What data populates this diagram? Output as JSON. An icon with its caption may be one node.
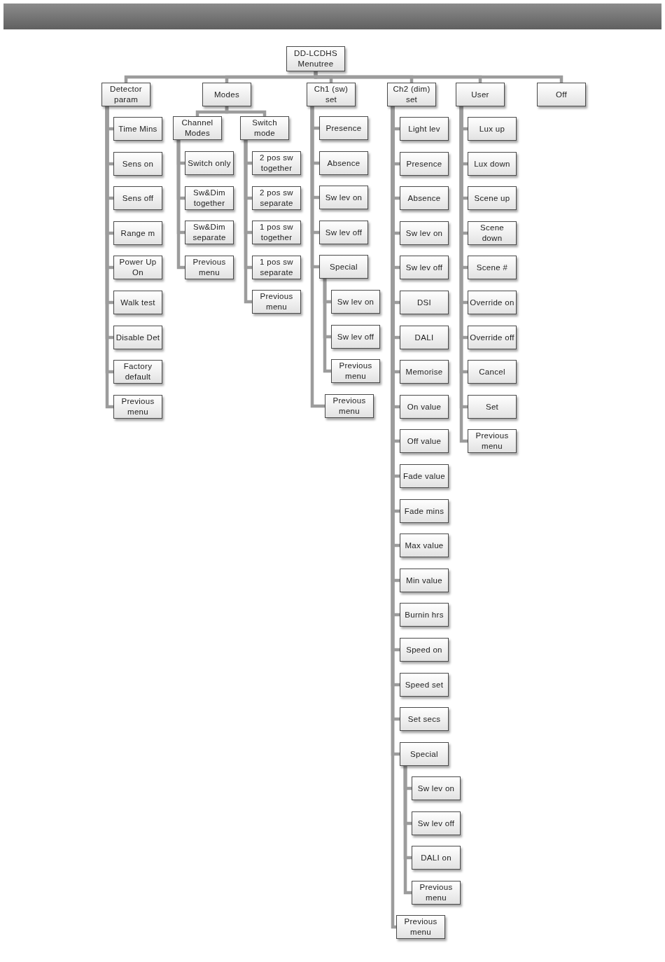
{
  "diagram": {
    "nodes": [
      {
        "text": [
          "DD-LCDHS Menutree"
        ]
      },
      {
        "text": [
          "Detector param"
        ]
      },
      {
        "text": [
          "Modes"
        ]
      },
      {
        "text": [
          "Ch1 (sw) set"
        ]
      },
      {
        "text": [
          "Ch2 (dim) set"
        ]
      },
      {
        "text": [
          "User"
        ]
      },
      {
        "text": [
          "Off"
        ]
      },
      {
        "text": [
          "Time Mins"
        ]
      },
      {
        "text": [
          "Sens on"
        ]
      },
      {
        "text": [
          "Sens off"
        ]
      },
      {
        "text": [
          "Range m"
        ]
      },
      {
        "text": [
          "Power Up On"
        ]
      },
      {
        "text": [
          "Walk test"
        ]
      },
      {
        "text": [
          "Disable Det"
        ]
      },
      {
        "text": [
          "Factory default"
        ]
      },
      {
        "text": [
          "Previous menu"
        ]
      },
      {
        "text": [
          "Channel Modes"
        ]
      },
      {
        "text": [
          "Switch mode"
        ]
      },
      {
        "text": [
          "Switch only"
        ]
      },
      {
        "text": [
          "Sw&Dim together"
        ]
      },
      {
        "text": [
          "Sw&Dim separate"
        ]
      },
      {
        "text": [
          "Previous menu"
        ]
      },
      {
        "text": [
          "2 pos sw together"
        ]
      },
      {
        "text": [
          "2 pos sw separate"
        ]
      },
      {
        "text": [
          "1 pos sw together"
        ]
      },
      {
        "text": [
          "1 pos sw separate"
        ]
      },
      {
        "text": [
          "Previous menu"
        ]
      },
      {
        "text": [
          "Presence"
        ]
      },
      {
        "text": [
          "Absence"
        ]
      },
      {
        "text": [
          "Sw lev on"
        ]
      },
      {
        "text": [
          "Sw lev off"
        ]
      },
      {
        "text": [
          "Special"
        ]
      },
      {
        "text": [
          "Sw lev on"
        ]
      },
      {
        "text": [
          "Sw lev off"
        ]
      },
      {
        "text": [
          "Previous menu"
        ]
      },
      {
        "text": [
          "Previous menu"
        ]
      },
      {
        "text": [
          "Light lev"
        ]
      },
      {
        "text": [
          "Presence"
        ]
      },
      {
        "text": [
          "Absence"
        ]
      },
      {
        "text": [
          "Sw lev on"
        ]
      },
      {
        "text": [
          "Sw lev off"
        ]
      },
      {
        "text": [
          "DSI"
        ]
      },
      {
        "text": [
          "DALI"
        ]
      },
      {
        "text": [
          "Memorise"
        ]
      },
      {
        "text": [
          "On value"
        ]
      },
      {
        "text": [
          "Off value"
        ]
      },
      {
        "text": [
          "Fade value"
        ]
      },
      {
        "text": [
          "Fade mins"
        ]
      },
      {
        "text": [
          "Max value"
        ]
      },
      {
        "text": [
          "Min value"
        ]
      },
      {
        "text": [
          "Burnin hrs"
        ]
      },
      {
        "text": [
          "Speed on"
        ]
      },
      {
        "text": [
          "Speed set"
        ]
      },
      {
        "text": [
          "Set secs"
        ]
      },
      {
        "text": [
          "Special"
        ]
      },
      {
        "text": [
          "Sw lev on"
        ]
      },
      {
        "text": [
          "Sw lev off"
        ]
      },
      {
        "text": [
          "DALI on"
        ]
      },
      {
        "text": [
          "Previous menu"
        ]
      },
      {
        "text": [
          "Previous menu"
        ]
      },
      {
        "text": [
          "Lux up"
        ]
      },
      {
        "text": [
          "Lux down"
        ]
      },
      {
        "text": [
          "Scene up"
        ]
      },
      {
        "text": [
          "Scene down"
        ]
      },
      {
        "text": [
          "Scene #"
        ]
      },
      {
        "text": [
          "Override on"
        ]
      },
      {
        "text": [
          "Override off"
        ]
      },
      {
        "text": [
          "Cancel"
        ]
      },
      {
        "text": [
          "Set"
        ]
      },
      {
        "text": [
          "Previous menu"
        ]
      }
    ],
    "edges": [
      {
        "from": 0,
        "to": 1,
        "arrow": "none"
      },
      {
        "from": 0,
        "to": 2,
        "arrow": "none"
      },
      {
        "from": 0,
        "to": 3,
        "arrow": "none"
      },
      {
        "from": 0,
        "to": 4,
        "arrow": "none"
      },
      {
        "from": 0,
        "to": 5,
        "arrow": "none"
      },
      {
        "from": 0,
        "to": 6,
        "arrow": "none"
      },
      {
        "from": 1,
        "to": 7,
        "arrow": "none"
      },
      {
        "from": 1,
        "to": 8,
        "arrow": "none"
      },
      {
        "from": 1,
        "to": 9,
        "arrow": "none"
      },
      {
        "from": 1,
        "to": 10,
        "arrow": "none"
      },
      {
        "from": 1,
        "to": 11,
        "arrow": "none"
      },
      {
        "from": 1,
        "to": 12,
        "arrow": "none"
      },
      {
        "from": 1,
        "to": 13,
        "arrow": "none"
      },
      {
        "from": 1,
        "to": 14,
        "arrow": "none"
      },
      {
        "from": 1,
        "to": 15,
        "arrow": "none"
      },
      {
        "from": 2,
        "to": 16,
        "arrow": "none"
      },
      {
        "from": 2,
        "to": 17,
        "arrow": "none"
      },
      {
        "from": 16,
        "to": 18,
        "arrow": "none"
      },
      {
        "from": 16,
        "to": 19,
        "arrow": "none"
      },
      {
        "from": 16,
        "to": 20,
        "arrow": "none"
      },
      {
        "from": 16,
        "to": 21,
        "arrow": "none"
      },
      {
        "from": 17,
        "to": 22,
        "arrow": "none"
      },
      {
        "from": 17,
        "to": 23,
        "arrow": "none"
      },
      {
        "from": 17,
        "to": 24,
        "arrow": "none"
      },
      {
        "from": 17,
        "to": 25,
        "arrow": "none"
      },
      {
        "from": 17,
        "to": 26,
        "arrow": "none"
      },
      {
        "from": 3,
        "to": 27,
        "arrow": "none"
      },
      {
        "from": 3,
        "to": 28,
        "arrow": "none"
      },
      {
        "from": 3,
        "to": 29,
        "arrow": "none"
      },
      {
        "from": 3,
        "to": 30,
        "arrow": "none"
      },
      {
        "from": 3,
        "to": 31,
        "arrow": "none"
      },
      {
        "from": 31,
        "to": 32,
        "arrow": "none"
      },
      {
        "from": 31,
        "to": 33,
        "arrow": "none"
      },
      {
        "from": 31,
        "to": 34,
        "arrow": "none"
      },
      {
        "from": 3,
        "to": 35,
        "arrow": "none"
      },
      {
        "from": 4,
        "to": 36,
        "arrow": "none"
      },
      {
        "from": 4,
        "to": 37,
        "arrow": "none"
      },
      {
        "from": 4,
        "to": 38,
        "arrow": "none"
      },
      {
        "from": 4,
        "to": 39,
        "arrow": "none"
      },
      {
        "from": 4,
        "to": 40,
        "arrow": "none"
      },
      {
        "from": 4,
        "to": 41,
        "arrow": "none"
      },
      {
        "from": 4,
        "to": 42,
        "arrow": "none"
      },
      {
        "from": 4,
        "to": 43,
        "arrow": "none"
      },
      {
        "from": 4,
        "to": 44,
        "arrow": "none"
      },
      {
        "from": 4,
        "to": 45,
        "arrow": "none"
      },
      {
        "from": 4,
        "to": 46,
        "arrow": "none"
      },
      {
        "from": 4,
        "to": 47,
        "arrow": "none"
      },
      {
        "from": 4,
        "to": 48,
        "arrow": "none"
      },
      {
        "from": 4,
        "to": 49,
        "arrow": "none"
      },
      {
        "from": 4,
        "to": 50,
        "arrow": "none"
      },
      {
        "from": 4,
        "to": 51,
        "arrow": "none"
      },
      {
        "from": 4,
        "to": 52,
        "arrow": "none"
      },
      {
        "from": 4,
        "to": 53,
        "arrow": "none"
      },
      {
        "from": 4,
        "to": 54,
        "arrow": "none"
      },
      {
        "from": 54,
        "to": 55,
        "arrow": "none"
      },
      {
        "from": 54,
        "to": 56,
        "arrow": "none"
      },
      {
        "from": 54,
        "to": 57,
        "arrow": "none"
      },
      {
        "from": 54,
        "to": 58,
        "arrow": "none"
      },
      {
        "from": 4,
        "to": 59,
        "arrow": "none"
      },
      {
        "from": 5,
        "to": 60,
        "arrow": "none"
      },
      {
        "from": 5,
        "to": 61,
        "arrow": "none"
      },
      {
        "from": 5,
        "to": 62,
        "arrow": "none"
      },
      {
        "from": 5,
        "to": 63,
        "arrow": "none"
      },
      {
        "from": 5,
        "to": 64,
        "arrow": "none"
      },
      {
        "from": 5,
        "to": 65,
        "arrow": "none"
      },
      {
        "from": 5,
        "to": 66,
        "arrow": "none"
      },
      {
        "from": 5,
        "to": 67,
        "arrow": "none"
      },
      {
        "from": 5,
        "to": 68,
        "arrow": "none"
      },
      {
        "from": 5,
        "to": 69,
        "arrow": "none"
      }
    ]
  }
}
